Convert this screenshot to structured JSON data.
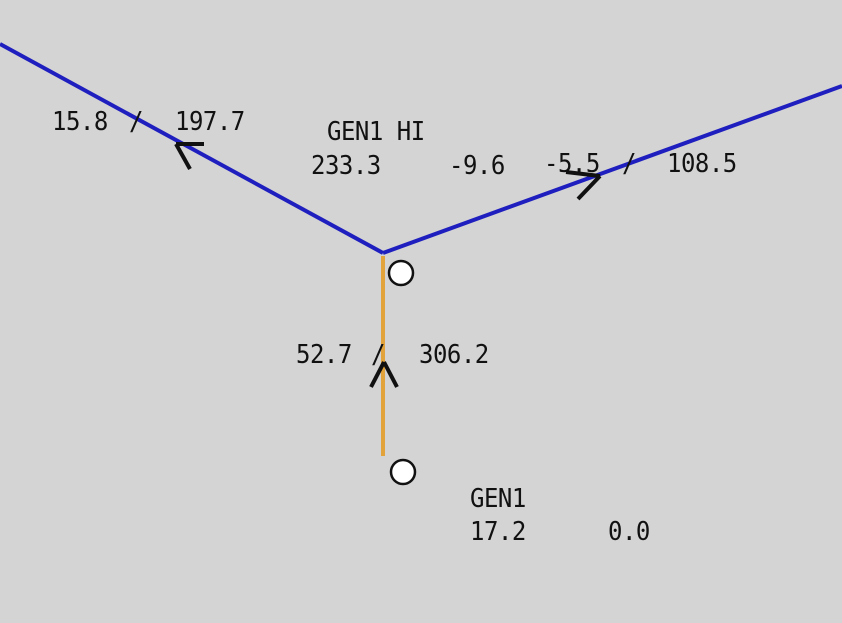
{
  "bus_hi": {
    "name": "GEN1 HI",
    "voltage": "233.3",
    "angle": "-9.6"
  },
  "bus_gen": {
    "name": "GEN1",
    "voltage": "17.2",
    "angle": "0.0"
  },
  "line_left": {
    "p": "15.8",
    "sep": "/",
    "q": "197.7",
    "color": "#1f1fbf"
  },
  "line_right": {
    "p": "-5.5",
    "sep": "/",
    "q": "108.5",
    "color": "#1f1fbf"
  },
  "transformer": {
    "p": "52.7",
    "sep": "/",
    "q": "306.2",
    "color": "#e3a33c"
  },
  "icons": {
    "breaker": "circle-breaker-icon",
    "flow": "arrow-icon"
  }
}
